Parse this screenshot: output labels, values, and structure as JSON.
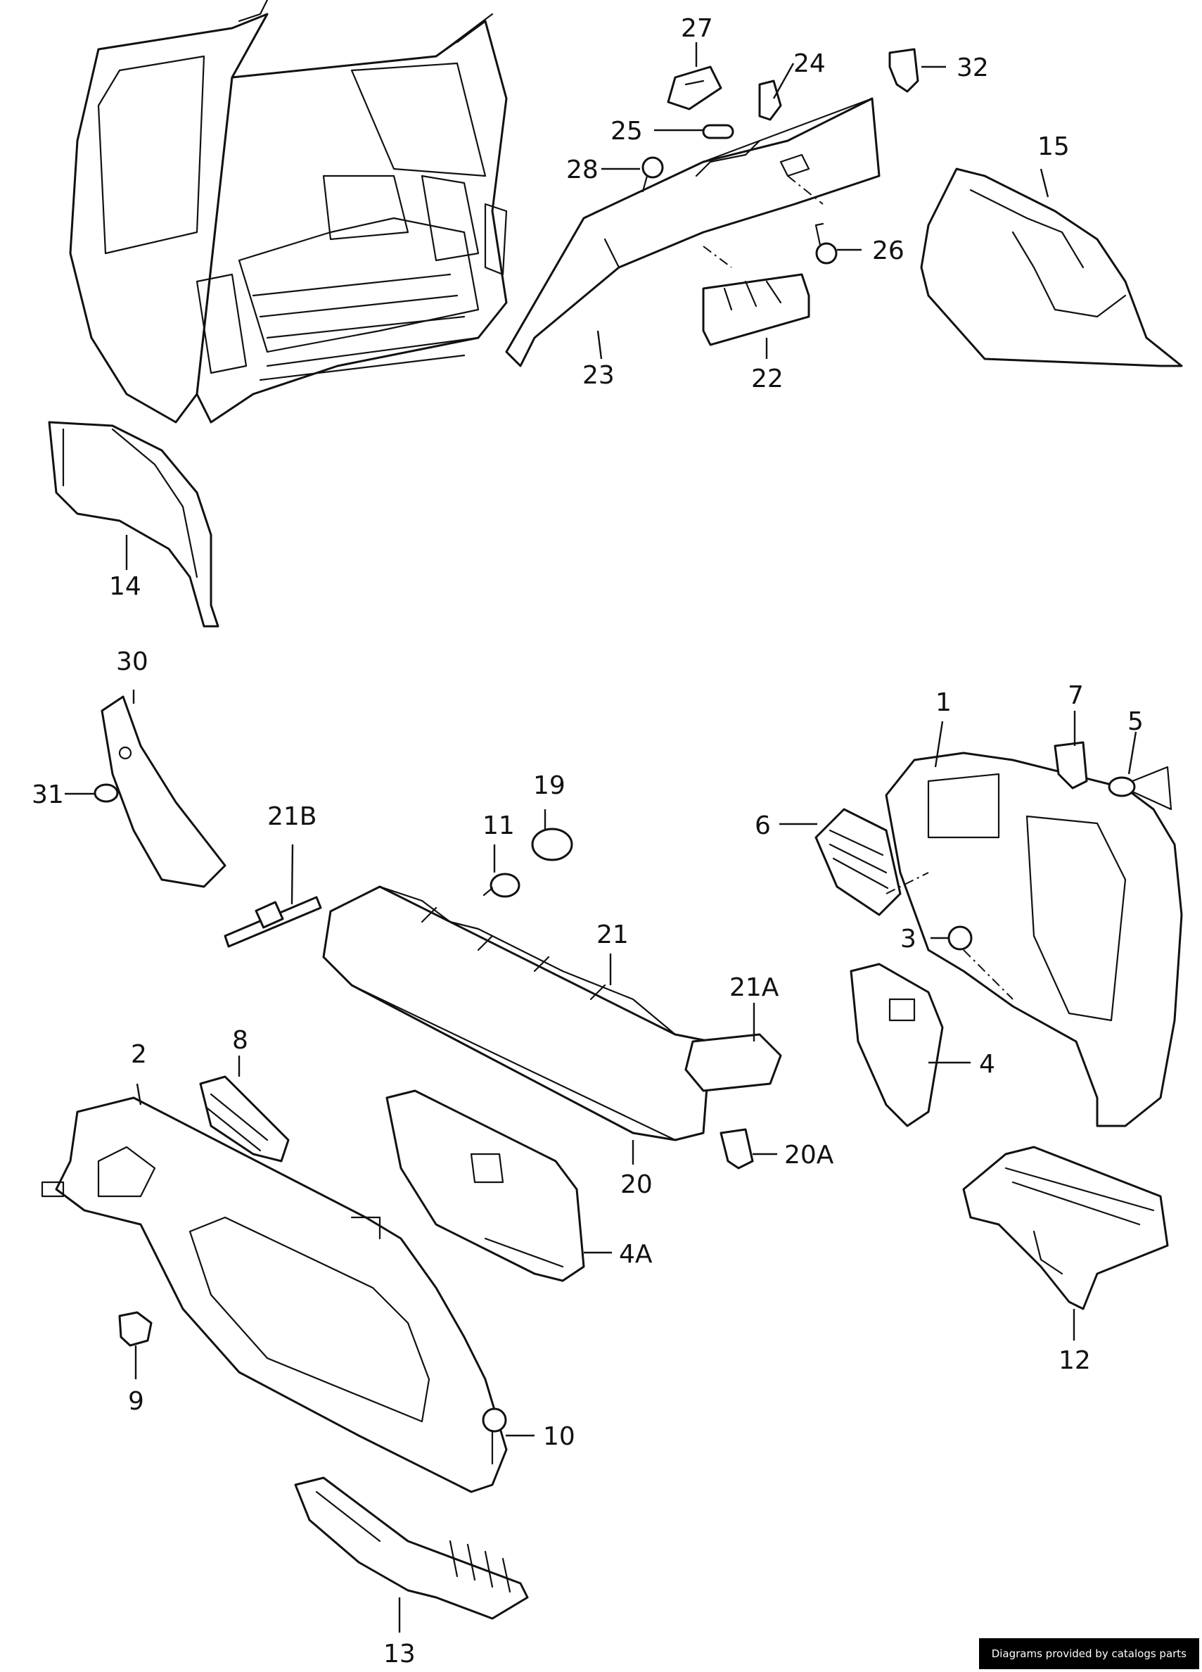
{
  "callouts": {
    "c27": "27",
    "c24": "24",
    "c32": "32",
    "c25": "25",
    "c28": "28",
    "c15": "15",
    "c26": "26",
    "c23": "23",
    "c22": "22",
    "c14": "14",
    "c30": "30",
    "c31": "31",
    "c21b": "21B",
    "c19": "19",
    "c11": "11",
    "c1": "1",
    "c7": "7",
    "c5": "5",
    "c6": "6",
    "c3": "3",
    "c21": "21",
    "c21a": "21A",
    "c4": "4",
    "c8": "8",
    "c2": "2",
    "c20": "20",
    "c20a": "20A",
    "c4a": "4A",
    "c12": "12",
    "c9": "9",
    "c10": "10",
    "c13": "13"
  },
  "footer": {
    "credit": "Diagrams provided by catalogs parts"
  },
  "colors": {
    "ink": "#111111",
    "paper": "#ffffff",
    "badge": "#000000"
  }
}
